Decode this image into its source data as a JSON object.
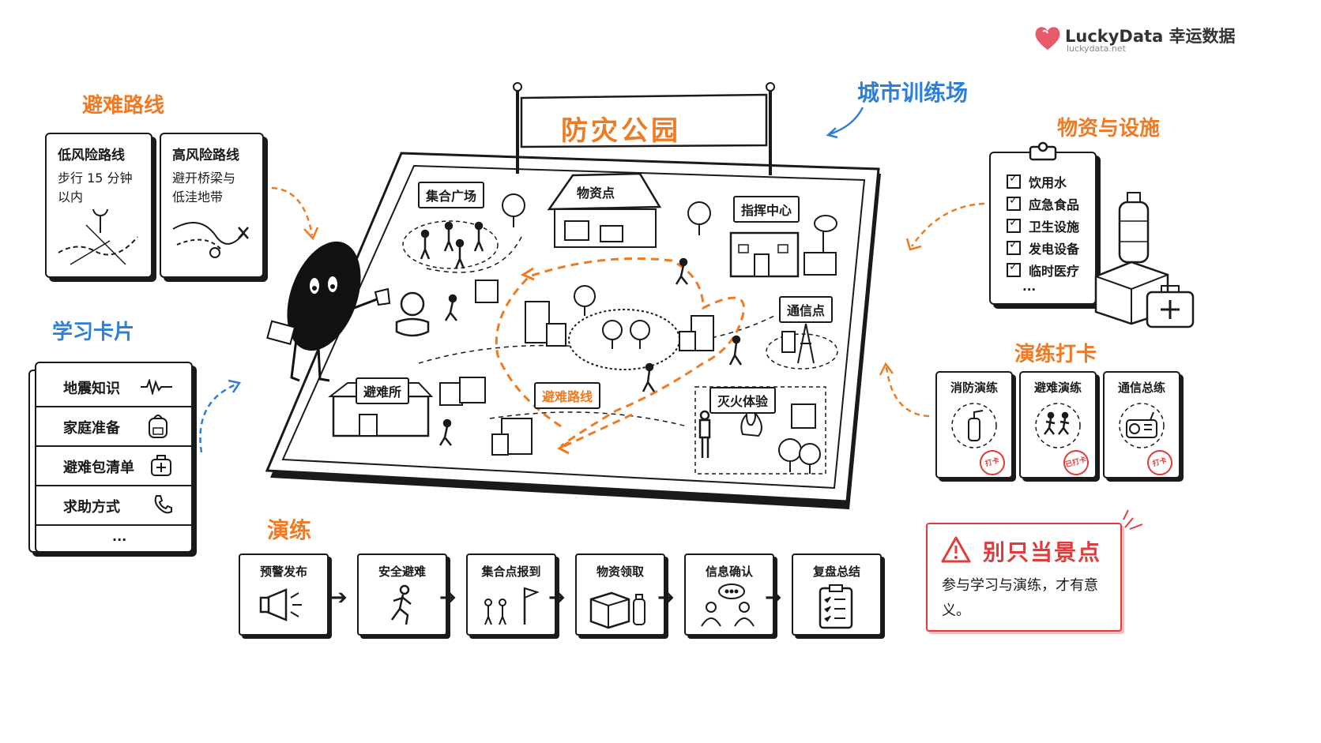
{
  "brand": {
    "name": "LuckyData 幸运数据",
    "url": "luckydata.net"
  },
  "banner": {
    "title": "防灾公园"
  },
  "city_label": "城市训练场",
  "routes": {
    "heading": "避难路线",
    "cards": [
      {
        "title": "低风险路线",
        "text": "步行 15 分钟 以内"
      },
      {
        "title": "高风险路线",
        "text": "避开桥梁与 低洼地带"
      }
    ]
  },
  "study": {
    "heading": "学习卡片",
    "items": [
      "地震知识",
      "家庭准备",
      "避难包清单",
      "求助方式"
    ],
    "more": "..."
  },
  "supplies": {
    "heading": "物资与设施",
    "items": [
      "饮用水",
      "应急食品",
      "卫生设施",
      "发电设备",
      "临时医疗"
    ],
    "more": "..."
  },
  "drills": {
    "heading": "演练打卡",
    "cards": [
      {
        "title": "消防演练",
        "stamp": "打卡"
      },
      {
        "title": "避难演练",
        "stamp": "已打卡"
      },
      {
        "title": "通信总练",
        "stamp": "打卡"
      }
    ]
  },
  "practice": {
    "heading": "演练",
    "steps": [
      "预警发布",
      "安全避难",
      "集合点报到",
      "物资领取",
      "信息确认",
      "复盘总结"
    ]
  },
  "park_signs": {
    "assembly": "集合广场",
    "supply": "物资点",
    "command": "指挥中心",
    "comm": "通信点",
    "shelter": "避难所",
    "route": "避难路线",
    "fire": "灭火体验"
  },
  "warning": {
    "title": "别只当景点",
    "text": "参与学习与演练，才有意义。"
  },
  "colors": {
    "orange": "#f07a22",
    "blue": "#2f7fd6",
    "red": "#e23b3b",
    "ink": "#1a1a1a"
  }
}
